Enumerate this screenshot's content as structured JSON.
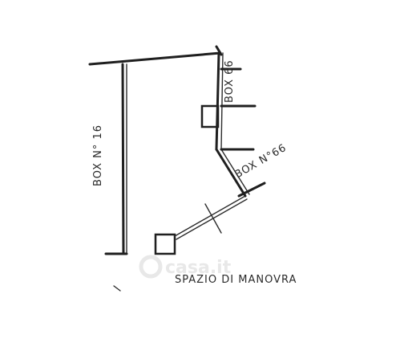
{
  "labels": {
    "box_left": "BOX N° 16",
    "box_top_right": "BOX 66",
    "box_diagonal": "BOX N°66",
    "maneuver": "SPAZIO DI MANOVRA"
  },
  "watermark": {
    "text": "casa.it"
  },
  "colors": {
    "ink": "#1f1f1f",
    "watermark": "#e6e6e6",
    "background": "#ffffff"
  }
}
